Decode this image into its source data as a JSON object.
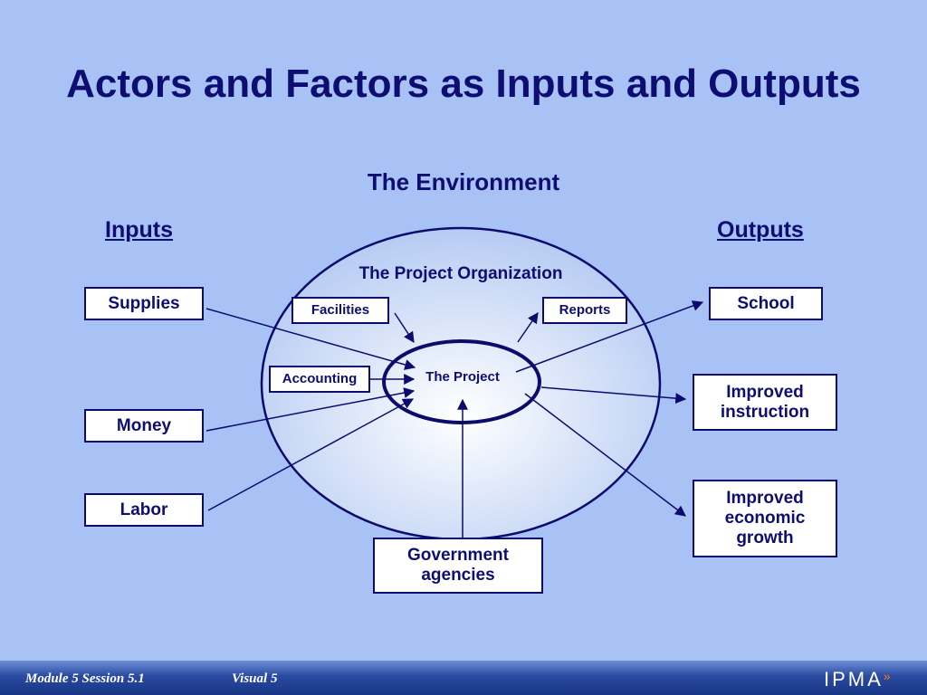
{
  "title": "Actors and Factors as Inputs and Outputs",
  "environment_label": "The Environment",
  "inputs_heading": "Inputs",
  "outputs_heading": "Outputs",
  "organization_label": "The Project Organization",
  "project_label": "The Project",
  "inputs": {
    "supplies": "Supplies",
    "money": "Money",
    "labor": "Labor"
  },
  "outputs": {
    "school": "School",
    "improved_instruction": "Improved instruction",
    "improved_economic_growth": "Improved economic growth"
  },
  "internal": {
    "facilities": "Facilities",
    "reports": "Reports",
    "accounting": "Accounting"
  },
  "external_bottom": "Government agencies",
  "footer": {
    "module": "Module 5  Session 5.1",
    "visual": "Visual 5",
    "logo": "IPMA",
    "logo_mark": "»"
  },
  "colors": {
    "background": "#a8c2f5",
    "text": "#0e0e72",
    "stroke": "#0b0b6e",
    "logo_accent": "#ff7a1a"
  }
}
